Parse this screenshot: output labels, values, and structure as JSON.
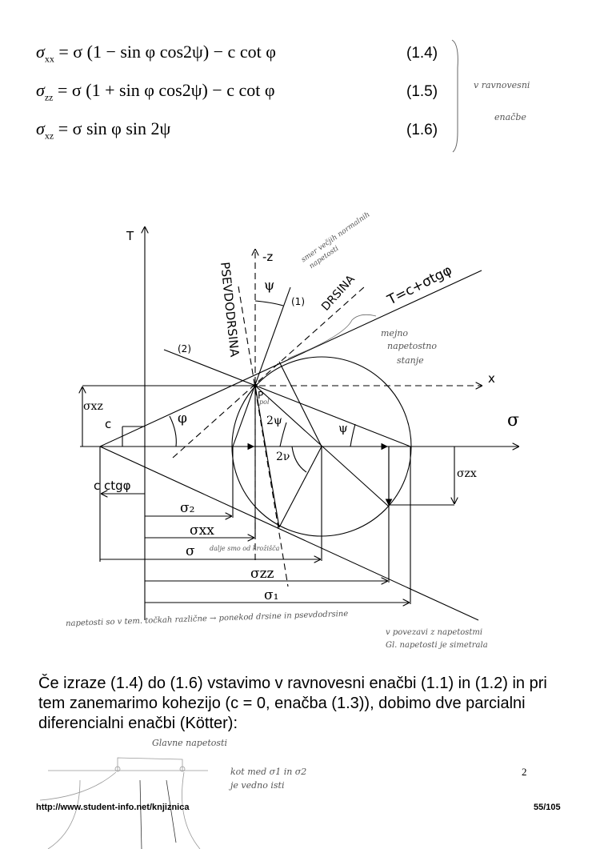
{
  "equations": [
    {
      "lhs": "σ",
      "sub": "xx",
      "rhs": "= σ (1 − sin φ cos2ψ) − c cot φ",
      "number": "(1.4)"
    },
    {
      "lhs": "σ",
      "sub": "zz",
      "rhs": "= σ (1 + sin φ cos2ψ) − c cot φ",
      "number": "(1.5)"
    },
    {
      "lhs": "σ",
      "sub": "xz",
      "rhs": "= σ sin φ sin 2ψ",
      "number": "(1.6)"
    }
  ],
  "handwritten": {
    "brace_note_1": "v ravnovesni",
    "brace_note_2": "enačbe",
    "direction_note_1": "smer večjih normalnih",
    "direction_note_2": "napetosti",
    "limit_note_1": "mejno",
    "limit_note_2": "napetostno",
    "limit_note_3": "stanje",
    "pole_note": "pol",
    "sigma_note": "dalje smo od krožišča",
    "bottom_note_1": "napetosti so v tem. točkah različne → ponekod drsine in psevdodrsine",
    "bottom_note_2": "v povezavi z napetostmi",
    "bottom_note_3": "Gl. napetosti je simetrala",
    "sketch_title": "Glavne napetosti",
    "sketch_note_1": "kot med σ1 in σ2",
    "sketch_note_2": "je vedno isti"
  },
  "diagram": {
    "tau_axis": "T",
    "sigma_axis": "σ",
    "z_axis": "-z",
    "x_axis": "x",
    "psi": "ψ",
    "phi": "φ",
    "line1": "(1)",
    "line2": "(2)",
    "pseudo": "PSEVDODRSINA",
    "slip": "DRSINA",
    "envelope": "T=c+σtgφ",
    "pole": "P",
    "two_psi": "2ψ",
    "two_nu": "2ν",
    "psi_right": "ψ",
    "c": "c",
    "c_ctg": "c ctgφ",
    "sigma_xz": "σxz",
    "sigma_zx": "σzx",
    "sigma_z": "σ₂",
    "sigma_xx": "σxx",
    "sigma": "σ",
    "sigma_zz": "σzz",
    "sigma_1": "σ₁"
  },
  "paragraph": "Če izraze (1.4) do (1.6) vstavimo v ravnovesni enačbi (1.1) in (1.2) in pri tem zanemarimo kohezijo (c = 0, enačba (1.3)), dobimo dve parcialni diferencialni enačbi (Kötter):",
  "page_number_inner": "2",
  "footer_url": "http://www.student-info.net/knjiznica",
  "footer_page": "55/105"
}
